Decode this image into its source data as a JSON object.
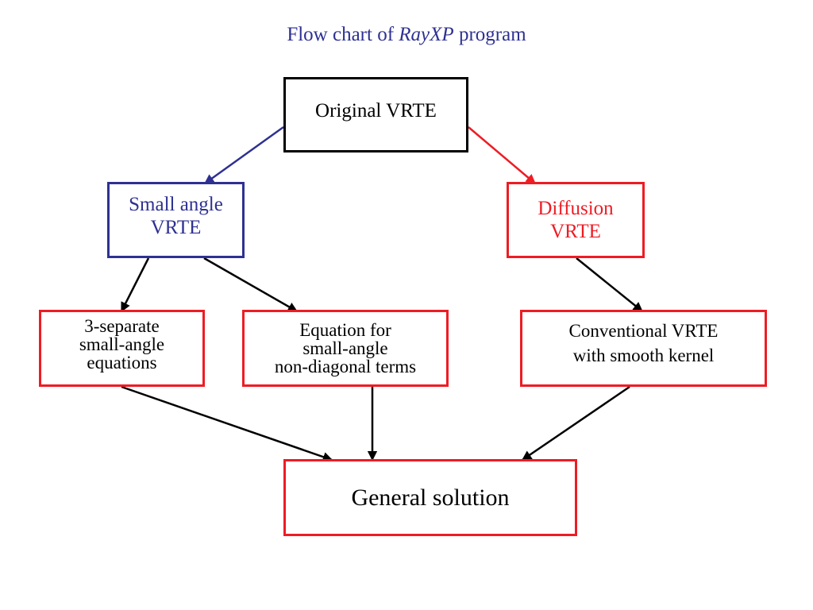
{
  "title": {
    "prefix": "Flow chart of ",
    "emphasis": "RayXP",
    "suffix": " program"
  },
  "colors": {
    "blue": "#2e3192",
    "red": "#ee1c24",
    "black": "#000000"
  },
  "nodes": {
    "original": "Original VRTE",
    "small_angle": "Small angle\nVRTE",
    "diffusion": "Diffusion\nVRTE",
    "three_separate": "3-separate\nsmall-angle\nequations",
    "equation_nondiagonal": "Equation for\nsmall-angle\nnon-diagonal terms",
    "conventional": "Conventional VRTE\nwith smooth kernel",
    "general": "General solution"
  }
}
